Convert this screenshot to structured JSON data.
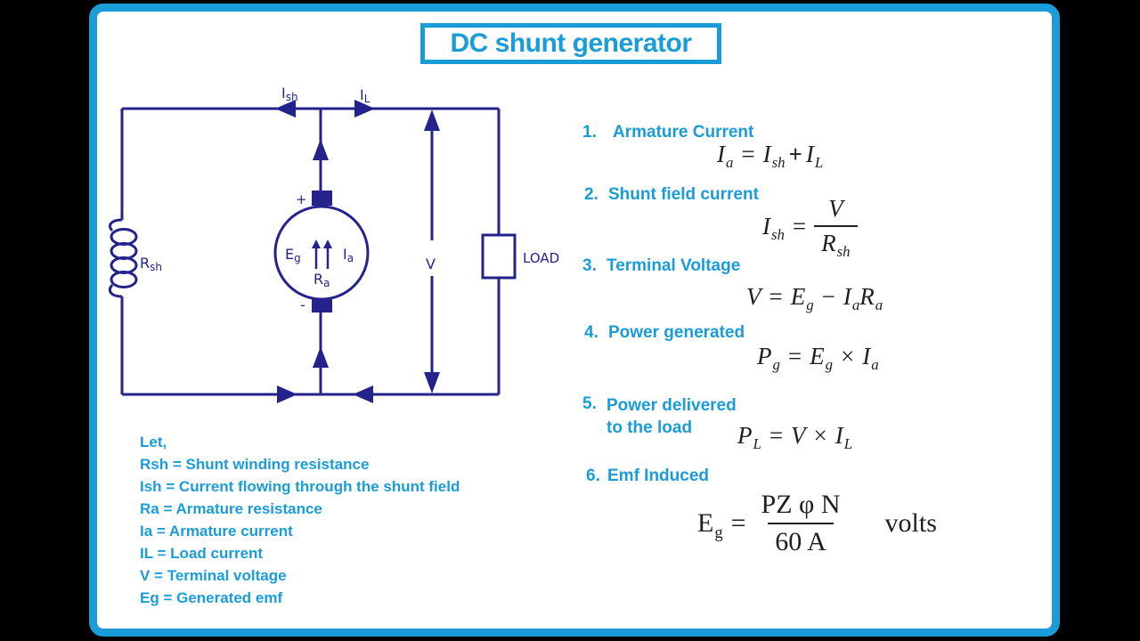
{
  "colors": {
    "background": "#000000",
    "panel": "#ffffff",
    "accent_cyan": "#1a9cd8",
    "circuit_navy": "#23238b",
    "formula_dark": "#1e1e24"
  },
  "title": {
    "text": "DC shunt generator"
  },
  "circuit": {
    "labels": {
      "ish": {
        "base": "I",
        "sub": "sh"
      },
      "il": {
        "base": "I",
        "sub": "L"
      },
      "rsh": {
        "base": "R",
        "sub": "sh"
      },
      "eg": {
        "base": "E",
        "sub": "g"
      },
      "ia": {
        "base": "I",
        "sub": "a"
      },
      "ra": {
        "base": "R",
        "sub": "a"
      },
      "v": "V",
      "load": "LOAD",
      "plus": "+",
      "minus": "-"
    }
  },
  "formulas": [
    {
      "num": "1.",
      "heading": "Armature Current",
      "tokens": [
        {
          "t": "I",
          "s": "a"
        },
        {
          "t": "=",
          "k": "op"
        },
        {
          "t": "I",
          "s": "sh"
        },
        {
          "t": "+",
          "k": "opb"
        },
        {
          "t": "I",
          "s": "L"
        }
      ]
    },
    {
      "num": "2.",
      "heading": "Shunt field current",
      "tokens": [
        {
          "t": "I",
          "s": "sh"
        },
        {
          "t": "=",
          "k": "op"
        },
        {
          "k": "frac",
          "num": [
            {
              "t": "V"
            }
          ],
          "den": [
            {
              "t": "R",
              "s": "sh"
            }
          ]
        }
      ]
    },
    {
      "num": "3.",
      "heading": "Terminal Voltage",
      "tokens": [
        {
          "t": "V"
        },
        {
          "t": "=",
          "k": "op"
        },
        {
          "t": "E",
          "s": "g"
        },
        {
          "t": "−",
          "k": "op"
        },
        {
          "t": "I",
          "s": "a"
        },
        {
          "t": "R",
          "s": "a"
        }
      ]
    },
    {
      "num": "4.",
      "heading": "Power generated",
      "tokens": [
        {
          "t": "P",
          "s": "g"
        },
        {
          "t": "=",
          "k": "op"
        },
        {
          "t": "E",
          "s": "g"
        },
        {
          "t": "×",
          "k": "op"
        },
        {
          "t": "I",
          "s": "a"
        }
      ]
    },
    {
      "num": "5.",
      "heading": "Power delivered",
      "heading2": "to the load",
      "tokens": [
        {
          "t": "P",
          "s": "L"
        },
        {
          "t": "=",
          "k": "op"
        },
        {
          "t": "V"
        },
        {
          "t": "×",
          "k": "op"
        },
        {
          "t": "I",
          "s": "L"
        }
      ]
    },
    {
      "num": "6.",
      "heading": "Emf Induced",
      "tokens": [
        {
          "t": "E",
          "s": "g",
          "k": "rm"
        },
        {
          "t": "=",
          "k": "op"
        },
        {
          "k": "frac",
          "num": [
            {
              "t": "PZ φ N",
              "k": "rm"
            }
          ],
          "den": [
            {
              "t": "60 A",
              "k": "rm"
            }
          ]
        },
        {
          "t": "volts",
          "k": "rm",
          "gap": true
        }
      ]
    }
  ],
  "legend": {
    "lines": [
      "Let,",
      "Rsh = Shunt winding resistance",
      "Ish = Current flowing through the shunt field",
      "Ra = Armature resistance",
      "Ia = Armature current",
      "IL = Load current",
      "V = Terminal voltage",
      "Eg = Generated emf"
    ]
  }
}
